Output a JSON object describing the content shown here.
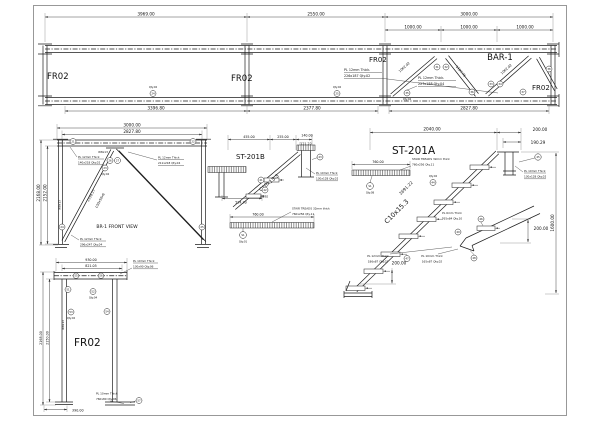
{
  "top": {
    "d3969": "3969.00",
    "d2550": "2550.00",
    "d3000": "3000.00",
    "d1000a": "1000.00",
    "d1000b": "1000.00",
    "d1000c": "1000.00",
    "d3396": "3396.80",
    "d2377": "2377.80",
    "d2827": "2827.80",
    "brace_l": "1062.02",
    "brace_m": "1137.76",
    "brace_r": "1062.02",
    "fr02a": "FR02",
    "fr02b": "FR02",
    "fr02c": "FR02",
    "fr02d": "FR02",
    "bar1": "BAR-1",
    "n1a": "PL 12mm Thick.",
    "n1b": "226x187 Qty.02",
    "n2a": "PL 12mm Thick.",
    "n2b": "227x188 Qty.04",
    "q1": "24",
    "q2": "25",
    "q3": "31",
    "q4": "32",
    "q5": "33",
    "q6": "34",
    "q7": "35",
    "q8": "36",
    "q9": "37",
    "q10": "38",
    "cap1": "Qty.02",
    "cap2": "Qty.02",
    "cap3": "Qty.04"
  },
  "br1": {
    "cap": "BR-1 FRONT VIEW",
    "d3000": "3000.00",
    "d2827": "2827.80",
    "d2168": "2168.00",
    "d2152": "2152.00",
    "diag": "2150.27",
    "angle": "L50x50x6",
    "beam": "W8x13",
    "col": "W8x13",
    "n1a": "PL 12mm Thick",
    "n1b": "140x218 Qty.02",
    "n2a": "PL 12mm Thick",
    "n2b": "211x218 Qty.04",
    "n3a": "PL 12mm Thick",
    "n3b": "296x247 Qty.04",
    "b1": "21",
    "b2": "22",
    "b3": "23",
    "b4": "24",
    "b5": "25",
    "b6": "26",
    "b7": "27",
    "cap1": "Qty.04"
  },
  "st201b": {
    "title": "ST-201B",
    "d455": "455.00",
    "d255": "255.00",
    "d140": "140.00",
    "d121": "121.22",
    "d524": "524.30",
    "d760": "760.00",
    "ch": "C10x15.3",
    "n1a": "PL 10mm Thick",
    "n1b": "130x128 Qty.02",
    "t1": "STAIR TREADS 32mm thick",
    "t2": "760x256 Qty.11",
    "s1": "S1",
    "s1q": "Qty.01",
    "b1": "41",
    "b2": "42",
    "b3": "43",
    "cap1": "Qty.02"
  },
  "st201a": {
    "title": "ST-201A",
    "d2040": "2040.00",
    "d200t": "200.00",
    "d190": "190.29",
    "d1600": "1600.00",
    "d200r": "200.00",
    "d200b": "200.00",
    "d760": "760.00",
    "d2691": "2691.22",
    "ch": "C10x15.3",
    "n1a": "PL 10mm Thick",
    "n1b": "130x128 Qty.02",
    "n2a": "PL 6mm Thick",
    "n2b": "765x84 Qty.10",
    "n3a": "PL 12mm Thick",
    "n3b": "186x87 Qty.02",
    "n4a": "PL 10mm Thick",
    "n4b": "165x87 Qty.02",
    "t1": "STAIR TREADS 32mm thick",
    "t2": "760x256 Qty.11",
    "s1": "S1",
    "s1q": "Qty.08",
    "capq": "Qty.02",
    "b1": "45",
    "b2": "46",
    "b3": "47",
    "b4": "48",
    "b5": "49",
    "b6": "44"
  },
  "fr02f": {
    "title": "FR02",
    "d930": "930.00",
    "d821": "821.05",
    "d2168": "2168.00",
    "d2150": "2150.00",
    "d390": "390.00",
    "col": "W8x13",
    "n1a": "PL 10mm Thick",
    "n1b": "130x90 Qty.06",
    "n2a": "PL 10mm Thick",
    "n2b": "760x80 Qty.06",
    "b1": "51",
    "b2": "52",
    "b3": "53",
    "b4": "54",
    "b5": "55",
    "b6": "56",
    "b7": "57",
    "cap1": "Qty.04",
    "cap2": "Qty.02"
  }
}
